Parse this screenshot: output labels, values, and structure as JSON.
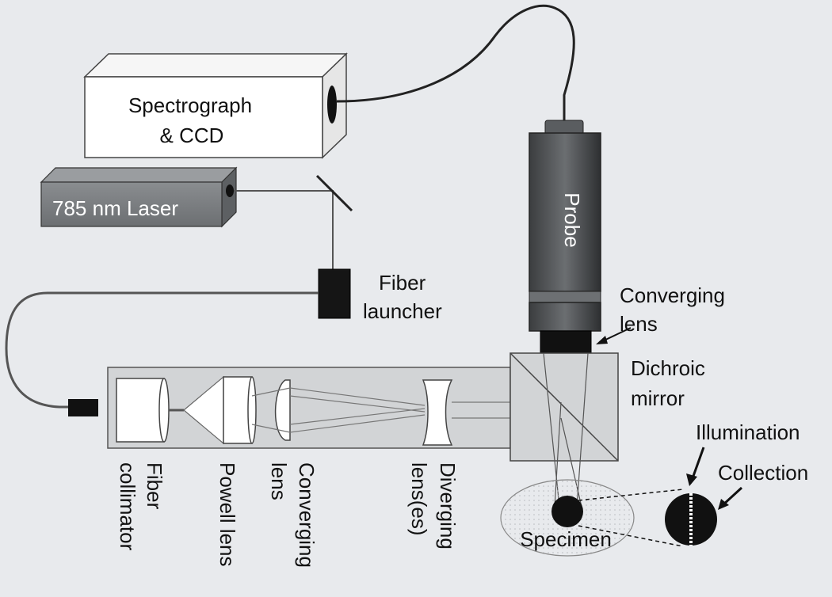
{
  "labels": {
    "spectrograph_line1": "Spectrograph",
    "spectrograph_line2": "& CCD",
    "laser": "785 nm Laser",
    "probe": "Probe",
    "fiber_launcher_line1": "Fiber",
    "fiber_launcher_line2": "launcher",
    "converging_lens_probe_line1": "Converging",
    "converging_lens_probe_line2": "lens",
    "dichroic_line1": "Dichroic",
    "dichroic_line2": "mirror",
    "illumination": "Illumination",
    "collection": "Collection",
    "specimen": "Specimen",
    "fiber_collimator_line1": "Fiber",
    "fiber_collimator_line2": "collimator",
    "powell_lens": "Powell lens",
    "converging_lens_rail_line1": "Converging",
    "converging_lens_rail_line2": "lens",
    "diverging_lens_line1": "Diverging",
    "diverging_lens_line2": "lens(es)"
  },
  "colors": {
    "background": "#e8eaed",
    "box_fill": "#ffffff",
    "laser_fill": "#7a7d80",
    "probe_dark": "#3a3c3e",
    "rail_fill": "#d2d4d6",
    "outline": "#333333"
  }
}
